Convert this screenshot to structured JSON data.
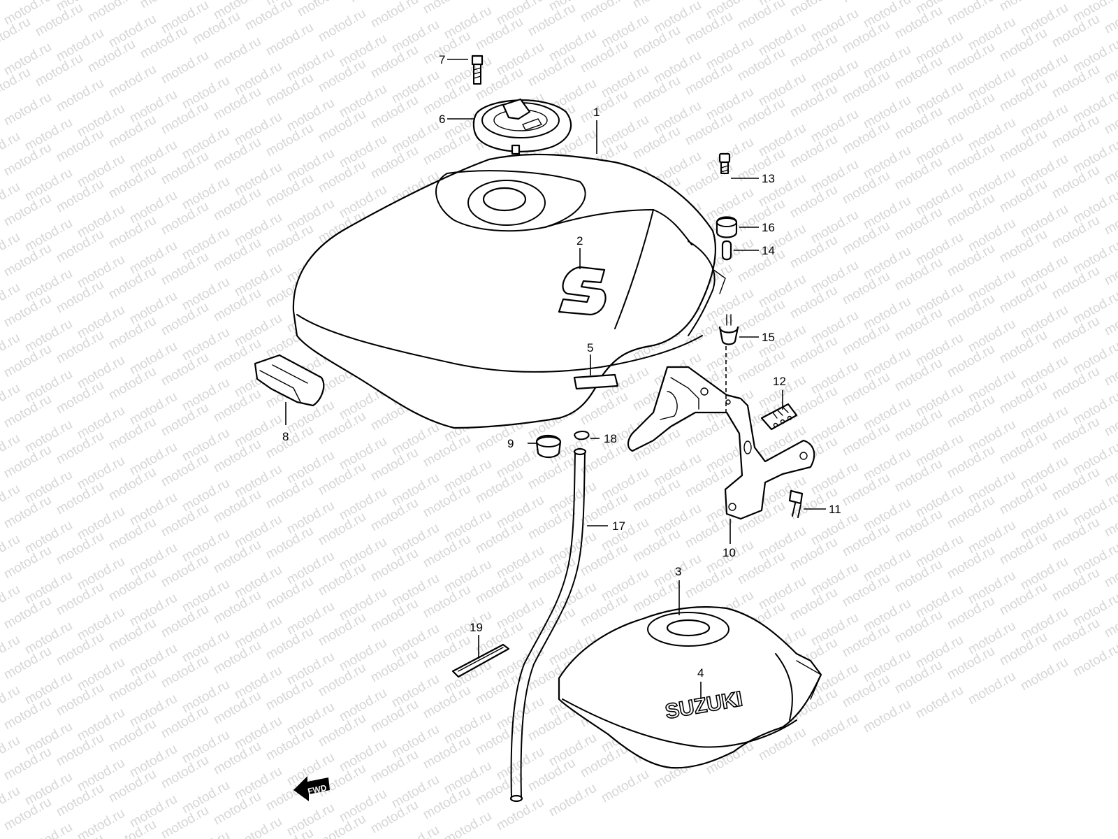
{
  "watermark": {
    "text": "motod.ru"
  },
  "callouts": [
    {
      "id": "1",
      "label": "1"
    },
    {
      "id": "2",
      "label": "2"
    },
    {
      "id": "3",
      "label": "3"
    },
    {
      "id": "4",
      "label": "4"
    },
    {
      "id": "5",
      "label": "5"
    },
    {
      "id": "6",
      "label": "6"
    },
    {
      "id": "7",
      "label": "7"
    },
    {
      "id": "8",
      "label": "8"
    },
    {
      "id": "9",
      "label": "9"
    },
    {
      "id": "10",
      "label": "10"
    },
    {
      "id": "11",
      "label": "11"
    },
    {
      "id": "12",
      "label": "12"
    },
    {
      "id": "13",
      "label": "13"
    },
    {
      "id": "14",
      "label": "14"
    },
    {
      "id": "15",
      "label": "15"
    },
    {
      "id": "16",
      "label": "16"
    },
    {
      "id": "17",
      "label": "17"
    },
    {
      "id": "18",
      "label": "18"
    },
    {
      "id": "19",
      "label": "19"
    }
  ],
  "tank_emblem": {
    "logo_text": "SUZUKI"
  },
  "direction_marker": {
    "text": "FWD"
  },
  "icons": {
    "fuel_tank": "fuel-tank-icon",
    "fuel_cap": "fuel-cap-icon",
    "bracket": "tank-bracket-icon",
    "hose": "breather-hose-icon",
    "direction": "forward-arrow-icon"
  }
}
